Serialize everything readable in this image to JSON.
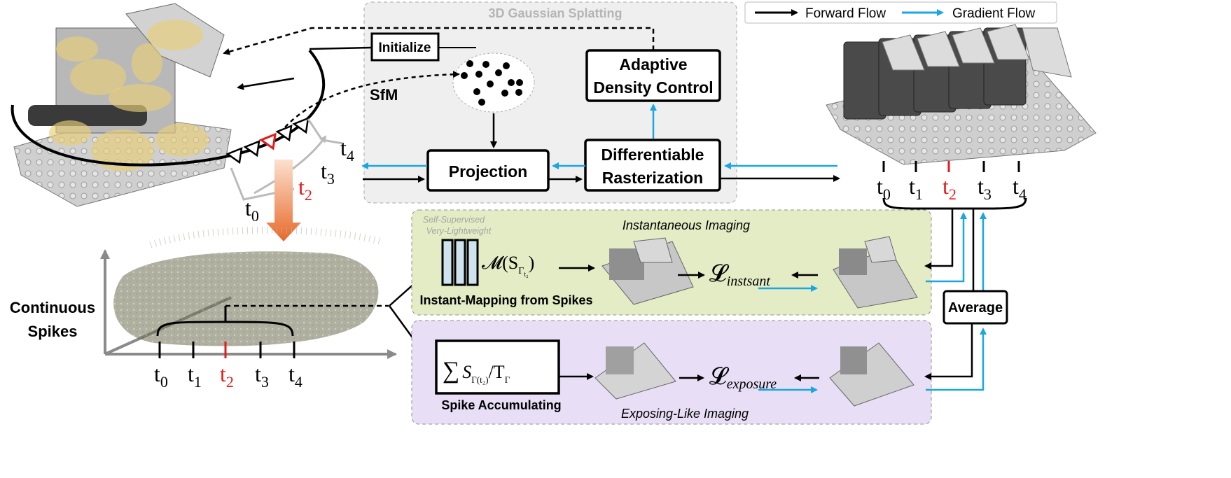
{
  "legend": {
    "forward": "Forward Flow",
    "gradient": "Gradient Flow",
    "forward_color": "#000000",
    "gradient_color": "#1aa7e0"
  },
  "gs_panel": {
    "title": "3D Gaussian Splatting",
    "initialize": "Initialize",
    "sfm": "SfM",
    "adaptive_line1": "Adaptive",
    "adaptive_line2": "Density Control",
    "projection": "Projection",
    "rasterization_line1": "Differentiable",
    "rasterization_line2": "Rasterization"
  },
  "camera_times": {
    "t0": "t",
    "t1": "t",
    "t2": "t",
    "t3": "t",
    "t4": "t",
    "s0": "0",
    "s1": "1",
    "s2": "2",
    "s3": "3",
    "s4": "4"
  },
  "spikes": {
    "label_line1": "Continuous",
    "label_line2": "Spikes"
  },
  "instant_panel": {
    "tag_line1": "Self-Supervised",
    "tag_line2": "Very-Lightweight",
    "title": "Instantaneous Imaging",
    "mapping_label": "Instant-Mapping from Spikes",
    "formula": "𝓜(S",
    "formula_sub": "Γ",
    "formula_subsub": "t₂",
    "formula_end": ")",
    "loss": "𝓛",
    "loss_sub": "instsant"
  },
  "exposure_panel": {
    "title": "Exposing-Like Imaging",
    "accum_label": "Spike Accumulating",
    "sum": "∑",
    "formula_s": "S",
    "formula_sub": "Γ(t₂)",
    "formula_div": "/T",
    "formula_div_sub": "Γ",
    "loss": "𝓛",
    "loss_sub": "exposure"
  },
  "average": "Average",
  "colors": {
    "gs_bg": "#efefef",
    "instant_bg": "#e3ecc4",
    "exposure_bg": "#e8def5",
    "highlight_red": "#e41a1a",
    "arrow_orange": "#ee7a3a",
    "bar_fill": "#cfe3ee"
  }
}
